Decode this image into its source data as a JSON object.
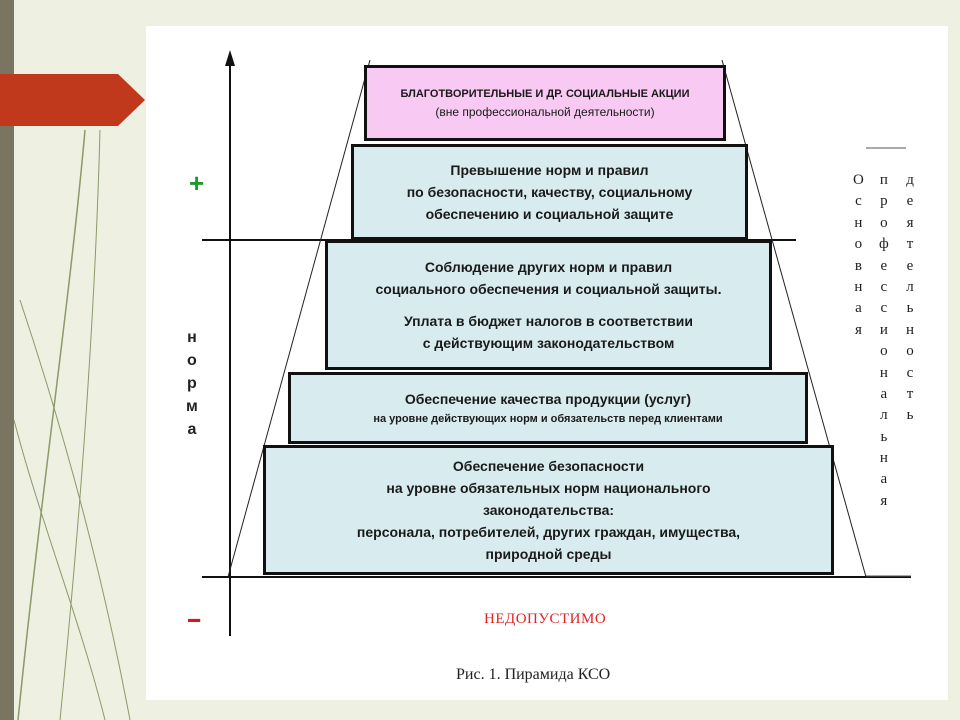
{
  "levels": [
    {
      "lines": [
        "БЛАГОТВОРИТЕЛЬНЫЕ И ДР. СОЦИАЛЬНЫЕ АКЦИИ",
        "(вне профессиональной деятельности)"
      ]
    },
    {
      "lines": [
        "Превышение норм и правил",
        "по безопасности, качеству, социальному",
        "обеспечению и социальной защите"
      ]
    },
    {
      "lines": [
        "Соблюдение других норм и правил",
        "социального обеспечения и социальной защиты.",
        "Уплата в бюджет налогов в соответствии",
        "с действующим законодательством"
      ]
    },
    {
      "lines": [
        "Обеспечение качества продукции (услуг)",
        "на уровне действующих норм и обязательств перед клиентами"
      ]
    },
    {
      "lines": [
        "Обеспечение безопасности",
        "на уровне обязательных норм национального",
        "законодательства:",
        "персонала, потребителей, других граждан, имущества,",
        "природной среды"
      ]
    }
  ],
  "axis": {
    "plus": "+",
    "norma": [
      "н",
      "о",
      "р",
      "м",
      "а"
    ],
    "minus": "--"
  },
  "side_label": {
    "col1": [
      "О",
      "с",
      "н",
      "о",
      "в",
      "н",
      "а",
      "я"
    ],
    "col2": [
      "п",
      "р",
      "о",
      "ф",
      "е",
      "с",
      "с",
      "и",
      "о",
      "н",
      "а",
      "л",
      "ь",
      "н",
      "а",
      "я"
    ],
    "col3": [
      "д",
      "е",
      "я",
      "т",
      "е",
      "л",
      "ь",
      "н",
      "о",
      "с",
      "т",
      "ь"
    ]
  },
  "forbidden": "НЕДОПУСТИМО",
  "caption": "Рис. 1. Пирамида КСО",
  "colors": {
    "box_fill": "#d8ecef",
    "top_fill": "#f7c9f3",
    "plus": "#1f9a2a",
    "minus": "#d31a1a",
    "accent_tab": "#c0391d"
  }
}
